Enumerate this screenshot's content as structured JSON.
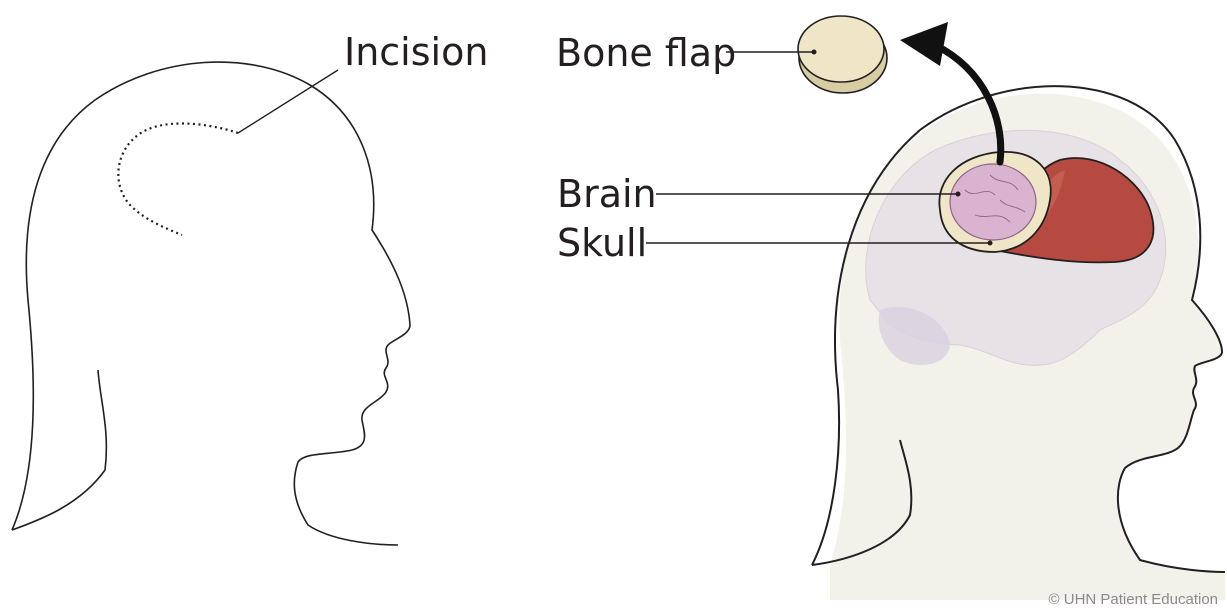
{
  "labels": {
    "incision": "Incision",
    "bone_flap": "Bone flap",
    "brain": "Brain",
    "skull": "Skull"
  },
  "credit": "© UHN Patient Education",
  "colors": {
    "outline": "#231f20",
    "bone": "#efe6c8",
    "brain": "#d9b3cf",
    "muscle": "#b64a40",
    "head_fill": "#f2f1ea"
  }
}
